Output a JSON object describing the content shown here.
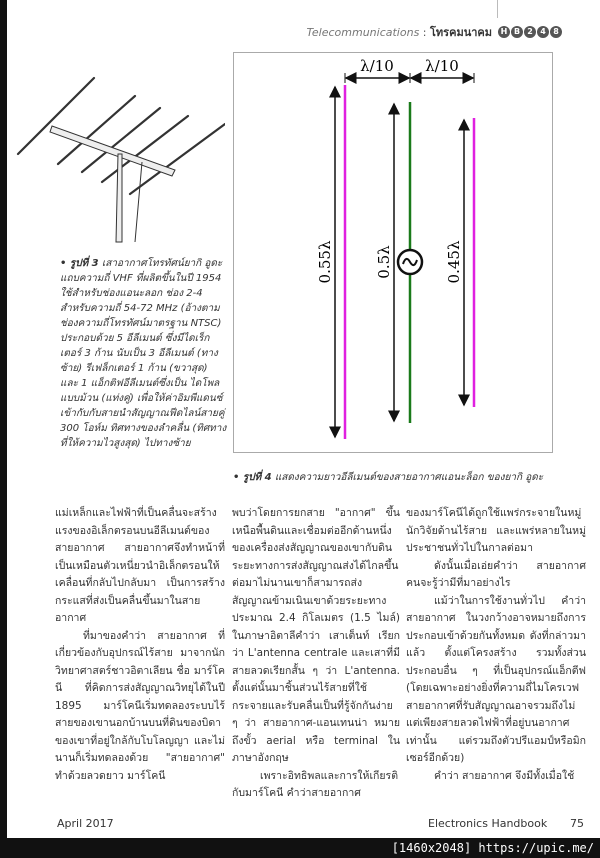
{
  "header": {
    "section": "Telecommunications",
    "separator": ":",
    "section_th": "โทรคมนาคม",
    "badges": [
      "H",
      "B",
      "2",
      "4",
      "8"
    ]
  },
  "figure3": {
    "label": "• รูปที่ 3",
    "caption": "เสาอากาศโทรทัศน์ยากิ อูดะ แถบความถี่ VHF ที่ผลิตขึ้นในปี 1954 ใช้สำหรับช่องแอนะลอก ช่อง 2-4 สำหรับความถี่ 54-72 MHz (อ้างตามช่องความถี่โทรทัศน์มาตรฐาน NTSC) ประกอบด้วย 5 อีลีเมนต์ ซึ่งมีไดเร็กเตอร์ 3 ก้าน นับเป็น 3 อีลีเมนต์ (ทางซ้าย) รีเฟล็กเตอร์ 1 ก้าน (ขวาสุด) และ 1 แอ็กติฟอีลีเมนต์ซึ่งเป็น ไดโพลแบบม้วน (แท่งคู่) เพื่อให้ค่าอิมพีแดนซ์เข้ากับกับสายนำสัญญาณฟีดไลน์สายคู่ 300 โอห์ม ทิศทางของลำคลื่น (ทิศทางที่ให้ความไวสูงสุด) ไปทางซ้าย"
  },
  "figure4": {
    "spacing_left": "λ/10",
    "spacing_right": "λ/10",
    "len_reflector": "0.55λ",
    "len_driven": "0.5λ",
    "len_director": "0.45λ",
    "colors": {
      "parasitic": "#e020e0",
      "driven": "#1a7a1a",
      "arrows": "#111111"
    },
    "label": "• รูปที่ 4",
    "caption": "แสดงความยาวอีลีเมนต์ของสายอากาศแอนะล็อก ของยากิ อูดะ"
  },
  "body": {
    "col1": [
      "แม่เหล็กและไฟฟ้าที่เป็นคลื่นจะสร้างแรงของอิเล็กตรอนบนอีลีเมนต์ของสายอากาศ สายอากาศจึงทำหน้าที่เป็นเหมือนตัวเหนี่ยวนำอิเล็กตรอนให้เคลื่อนที่กลับไปกลับมา เป็นการสร้างกระแสที่ส่งเป็นคลื่นขึ้นมาในสายอากาศ",
      "ที่มาของคำว่า สายอากาศ ที่เกี่ยวข้องกับอุปกรณ์ไร้สาย มาจากนักวิทยาศาสตร์ชาวอิตาเลียน ชื่อ มาร์โคนี ที่คิดการส่งสัญญาณวิทยุได้ในปี 1895 มาร์โคนีเริ่มทดลองระบบไร้สายของเขานอกบ้านบนที่ดินของบิดาของเขาที่อยู่ใกล้กับโบโลญญา และไม่นานก็เริ่มทดลองด้วย \"สายอากาศ\" ทำด้วยลวดยาว มาร์โคนี"
    ],
    "col2": [
      "พบว่าโดยการยกสาย \"อากาศ\" ขึ้นเหนือพื้นดินและเชื่อมต่ออีกด้านหนึ่งของเครื่องส่งสัญญาณของเขากับดิน ระยะทางการส่งสัญญาณส่งได้ไกลขึ้น ต่อมาไม่นานเขาก็สามารถส่งสัญญาณข้ามเนินเขาด้วยระยะทางประมาณ 2.4 กิโลเมตร (1.5 ไมล์) ในภาษาอิตาลีคำว่า เสาเต็นท์ เรียกว่า L'antenna centrale และเสาที่มีสายลวดเรียกสั้น ๆ ว่า L'antenna. ตั้งแต่นั้นมาชิ้นส่วนไร้สายที่ใช้กระจายและรับคลื่นเป็นที่รู้จักกันง่าย ๆ ว่า สายอากาศ-แอนเทนน่า หมายถึงขั้ว aerial หรือ terminal ในภาษาอังกฤษ",
      "เพราะอิทธิพลและการให้เกียรติกับมาร์โคนี คำว่าสายอากาศ"
    ],
    "col3": [
      "ของมาร์โคนีได้ถูกใช้แพร่กระจายในหมู่นักวิจัยด้านไร้สาย และแพร่หลายในหมู่ประชาชนทั่วไปในกาลต่อมา",
      "ดังนั้นเมื่อเอ่ยคำว่า สายอากาศ คนจะรู้ว่ามีที่มาอย่างไร",
      "แม้ว่าในการใช้งานทั่วไป คำว่า สายอากาศ ในวงกว้างอาจหมายถึงการประกอบเข้าด้วยกันทั้งหมด ดังที่กล่าวมาแล้ว ตั้งแต่โครงสร้าง รวมทั้งส่วนประกอบอื่น ๆ ที่เป็นอุปกรณ์แอ็กตีฟ (โดยเฉพาะอย่างยิ่งที่ความถี่ไมโครเวฟ สายอากาศที่รับสัญญาณอาจรวมถึงไม่แต่เพียงสายลวดไฟฟ้าที่อยู่บนอากาศเท่านั้น แต่รวมถึงตัวปรีแอมป์หรือมิกเซอร์อีกด้วย)",
      "คำว่า สายอากาศ จึงมีทั้งเมื่อใช้"
    ]
  },
  "footer": {
    "date": "April 2017",
    "magazine": "Electronics Handbook",
    "page": "75"
  },
  "watermark": "[1460x2048] https://upic.me/"
}
